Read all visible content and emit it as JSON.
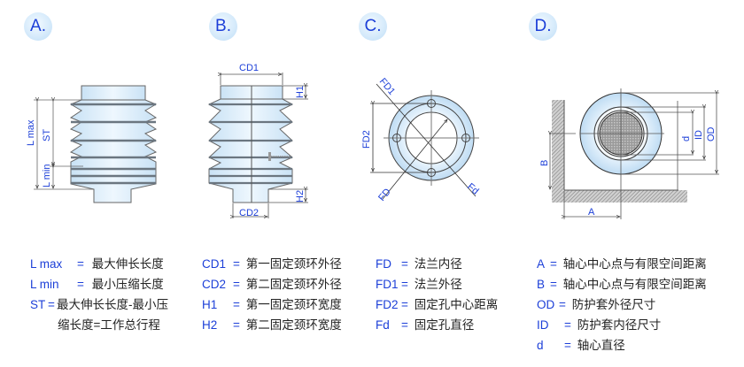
{
  "panels": [
    {
      "badge": "A."
    },
    {
      "badge": "B."
    },
    {
      "badge": "C."
    },
    {
      "badge": "D."
    }
  ],
  "diagram_labels": {
    "a": {
      "lmax": "L max",
      "st": "ST",
      "lmin": "L min"
    },
    "b": {
      "cd1": "CD1",
      "cd2": "CD2",
      "h1": "H1",
      "h2": "H2"
    },
    "c": {
      "fd1": "FD1",
      "fd2": "FD2",
      "fd": "FD",
      "fd_small": "Fd"
    },
    "d": {
      "a": "A",
      "b": "B",
      "d": "d",
      "id": "ID",
      "od": "OD"
    }
  },
  "colors": {
    "accent": "#1c3fd8",
    "body_fill": "#d6eaf8",
    "line": "#555555"
  },
  "legend_a": [
    {
      "sym": "L max",
      "eq": "=",
      "desc": "最大伸长长度"
    },
    {
      "sym": "L min",
      "eq": "=",
      "desc": "最小压缩长度"
    },
    {
      "sym": "ST",
      "eq": "=",
      "desc": "最大伸长长度-最小压"
    },
    {
      "sym": "",
      "eq": "",
      "desc": "缩长度=工作总行程"
    }
  ],
  "legend_b": [
    {
      "sym": "CD1",
      "eq": "=",
      "desc": "第一固定颈环外径"
    },
    {
      "sym": "CD2",
      "eq": "=",
      "desc": "第二固定颈环外径"
    },
    {
      "sym": "H1",
      "eq": "=",
      "desc": "第一固定颈环宽度"
    },
    {
      "sym": "H2",
      "eq": "=",
      "desc": "第二固定颈环宽度"
    }
  ],
  "legend_c": [
    {
      "sym": "FD",
      "eq": "=",
      "desc": "法兰内径"
    },
    {
      "sym": "FD1",
      "eq": "=",
      "desc": "法兰外径"
    },
    {
      "sym": "FD2",
      "eq": "=",
      "desc": "固定孔中心距离"
    },
    {
      "sym": "Fd",
      "eq": "=",
      "desc": "固定孔直径"
    }
  ],
  "legend_d": [
    {
      "sym": "A",
      "eq": "=",
      "desc": "轴心中心点与有限空间距离"
    },
    {
      "sym": "B",
      "eq": "=",
      "desc": "轴心中心点与有限空间距离"
    },
    {
      "sym": "OD",
      "eq": "=",
      "desc": "防护套外径尺寸"
    },
    {
      "sym": "ID",
      "eq": "=",
      "desc": "防护套内径尺寸"
    },
    {
      "sym": "d",
      "eq": "=",
      "desc": "轴心直径"
    }
  ]
}
